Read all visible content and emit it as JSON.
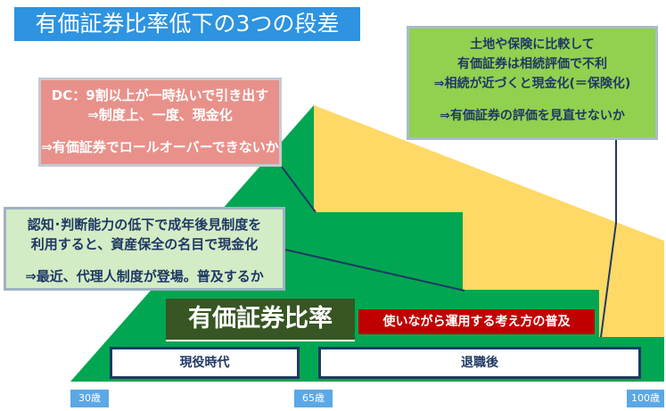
{
  "title": "有価証券比率低下の3つの段差",
  "callouts": {
    "dc": {
      "lines": [
        "DC：9割以上が一時払いで引き出す",
        "⇒制度上、一度、現金化",
        "⇒有価証券でロールオーバーできないか"
      ]
    },
    "court": {
      "lines": [
        "認知･判断能力の低下で成年後見制度を",
        "利用すると、資産保全の名目で現金化",
        "⇒最近、代理人制度が登場。普及するか"
      ]
    },
    "land": {
      "lines": [
        "土地や保険に比較して",
        "有価証券は相続評価で不利",
        "⇒相続が近づくと現金化(＝保険化)",
        "⇒有価証券の評価を見直せないか"
      ]
    }
  },
  "main_label": "有価証券比率",
  "sub_label": "使いながら運用する考え方の普及",
  "phases": {
    "active": "現役時代",
    "retired": "退職後"
  },
  "ages": {
    "start": "30歳",
    "retire": "65歳",
    "end": "100歳"
  },
  "colors": {
    "title_bg": "#2e93e0",
    "green": "#00a651",
    "yellow": "#ffd966",
    "dark_green": "#375623",
    "red": "#c00000",
    "navy": "#1f3864"
  }
}
